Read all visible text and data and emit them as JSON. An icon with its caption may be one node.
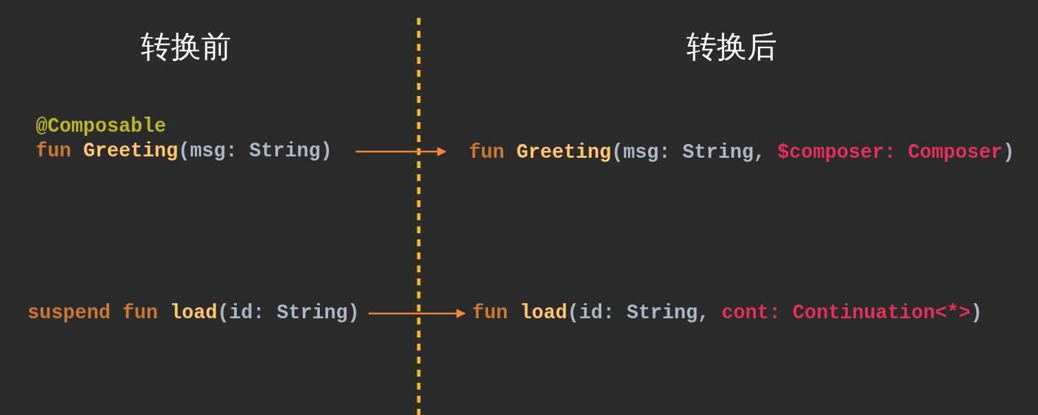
{
  "diagram": {
    "nodes": [
      {
        "text": [
          "@Composable",
          "fun Greeting(msg: String)"
        ]
      },
      {
        "text": [
          "fun Greeting(msg: String, $composer: Composer)"
        ]
      },
      {
        "text": [
          "suspend fun load(id: String)"
        ]
      },
      {
        "text": [
          "fun load(id: String, cont: Continuation<*>)"
        ]
      }
    ],
    "edges": [
      {
        "from": 0,
        "to": 1,
        "arrow": "to"
      },
      {
        "from": 2,
        "to": 3,
        "arrow": "to"
      }
    ],
    "labels": [
      "转换前",
      "转换后"
    ]
  }
}
